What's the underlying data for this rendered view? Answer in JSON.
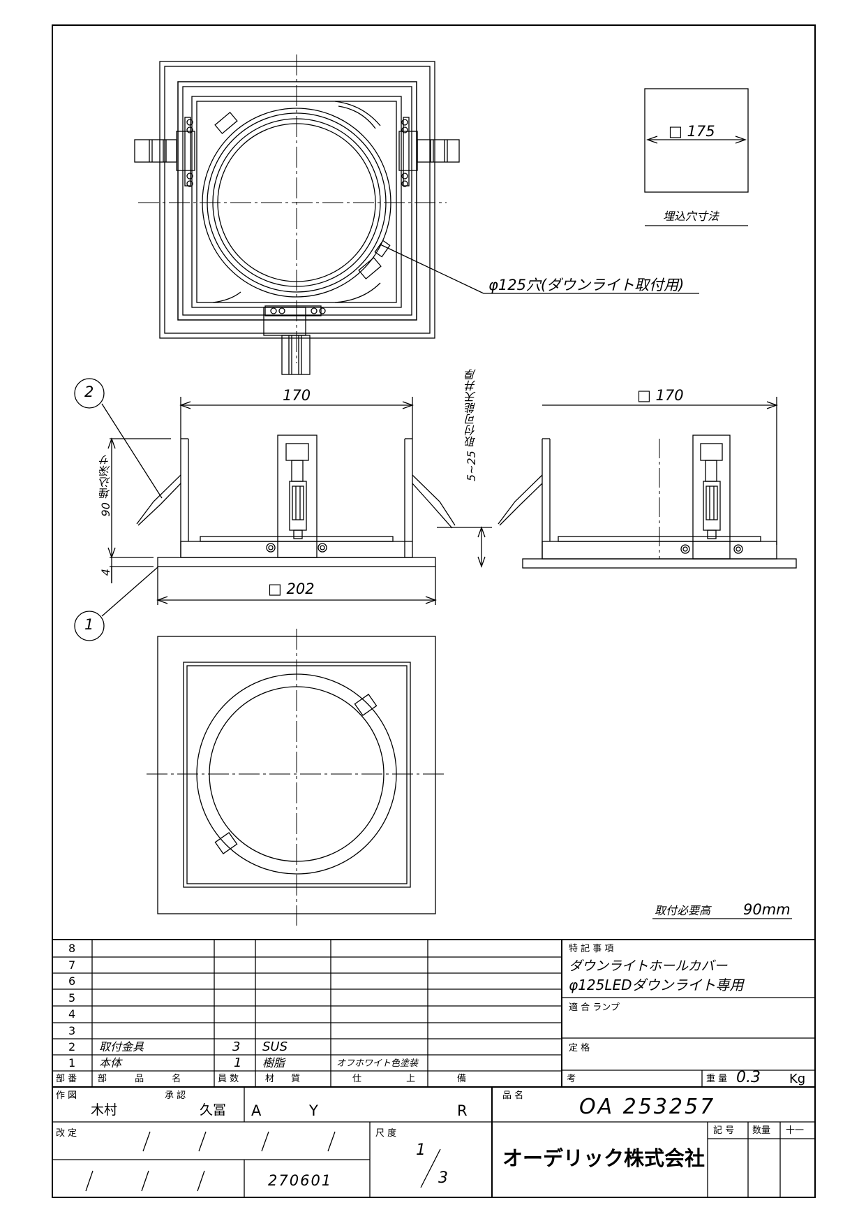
{
  "drawing": {
    "cutout_dim": "□ 175",
    "cutout_label": "埋込穴寸法",
    "hole_label": "φ125穴(ダウンライト取付用)",
    "dim_170": "170",
    "dim_sq170": "□ 170",
    "dim_sq202": "□ 202",
    "dim_depth": "90 埋込深サ",
    "dim_4": "4",
    "dim_ceiling": "5~25 取付可能天井厚",
    "balloon_1": "1",
    "balloon_2": "2",
    "required_height_label": "取付必要高",
    "required_height_value": "90mm"
  },
  "parts": {
    "headers": [
      "部 番",
      "部 品 名",
      "員 数",
      "材 質",
      "仕 上",
      "備 考"
    ],
    "rows": [
      {
        "no": "8",
        "name": "",
        "qty": "",
        "material": "",
        "finish": "",
        "note": ""
      },
      {
        "no": "7",
        "name": "",
        "qty": "",
        "material": "",
        "finish": "",
        "note": ""
      },
      {
        "no": "6",
        "name": "",
        "qty": "",
        "material": "",
        "finish": "",
        "note": ""
      },
      {
        "no": "5",
        "name": "",
        "qty": "",
        "material": "",
        "finish": "",
        "note": ""
      },
      {
        "no": "4",
        "name": "",
        "qty": "",
        "material": "",
        "finish": "",
        "note": ""
      },
      {
        "no": "3",
        "name": "",
        "qty": "",
        "material": "",
        "finish": "",
        "note": ""
      },
      {
        "no": "2",
        "name": "取付金具",
        "qty": "3",
        "material": "SUS",
        "finish": "",
        "note": ""
      },
      {
        "no": "1",
        "name": "本体",
        "qty": "1",
        "material": "樹脂",
        "finish": "オフホワイト色塗装",
        "note": ""
      }
    ]
  },
  "notes": {
    "special_label": "特 記 事 項",
    "special_line1": "ダウンライトホールカバー",
    "special_line2": "φ125LEDダウンライト専用",
    "lamp_label": "適 合 ランプ",
    "rating_label": "定 格",
    "weight_label": "重 量",
    "weight_value": "0.3",
    "weight_unit": "Kg"
  },
  "title_block": {
    "drawn_label": "作 図",
    "drawn_by": "木村",
    "approved_label": "承 認",
    "approved_by": "久冨",
    "code_a": "A",
    "code_y": "Y",
    "code_r": "R",
    "product_label": "品 名",
    "product_code": "OA 253257",
    "revision_label": "改 定",
    "date": "270601",
    "scale_label": "尺 度",
    "scale_num": "1",
    "scale_den": "3",
    "company": "オーデリック株式会社",
    "mark_label": "記 号",
    "qty_label": "数量",
    "misc_label": "十一"
  }
}
